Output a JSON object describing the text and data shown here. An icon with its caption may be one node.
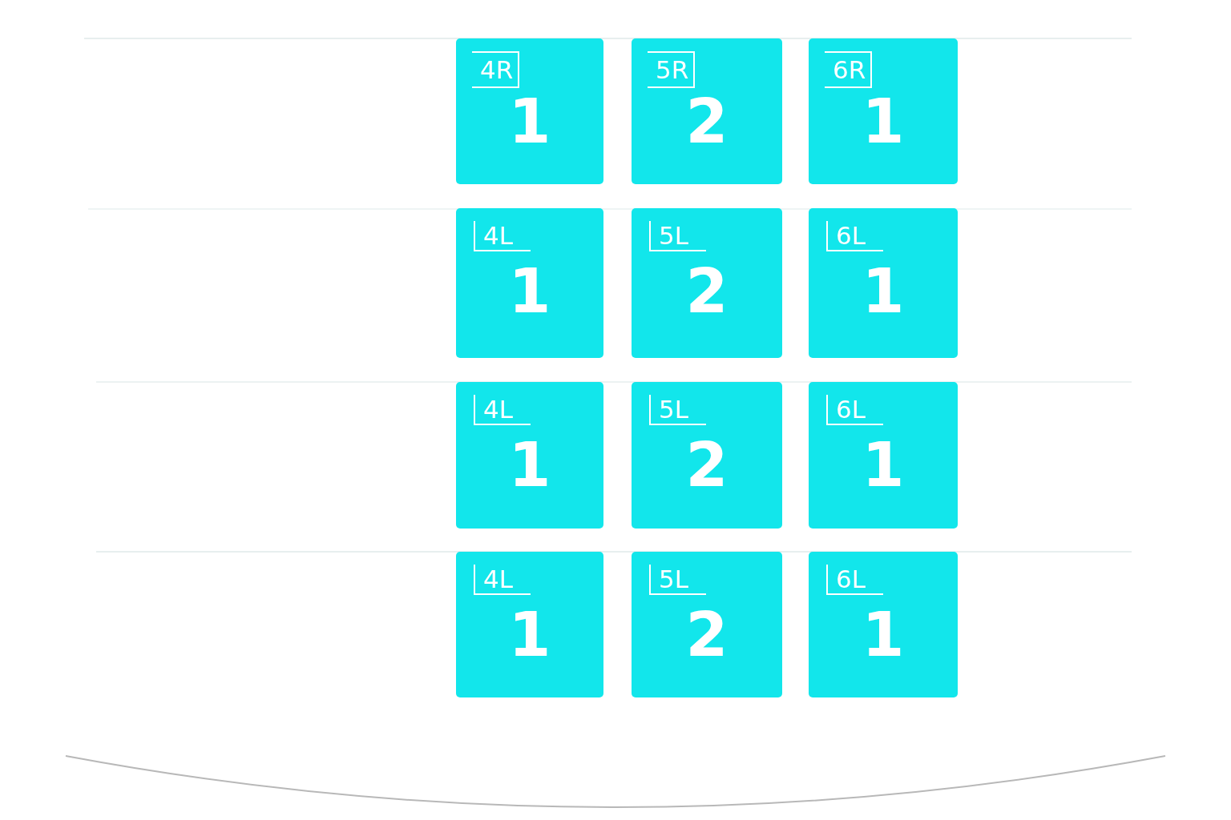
{
  "diagram": {
    "nodes": [
      {
        "text": [
          "4R",
          "1"
        ]
      },
      {
        "text": [
          "5R",
          "2"
        ]
      },
      {
        "text": [
          "6R",
          "1"
        ]
      },
      {
        "text": [
          "4L",
          "1"
        ]
      },
      {
        "text": [
          "5L",
          "2"
        ]
      },
      {
        "text": [
          "6L",
          "1"
        ]
      },
      {
        "text": [
          "4L",
          "1"
        ]
      },
      {
        "text": [
          "5L",
          "2"
        ]
      },
      {
        "text": [
          "6L",
          "1"
        ]
      },
      {
        "text": [
          "4L",
          "1"
        ]
      },
      {
        "text": [
          "5L",
          "2"
        ]
      },
      {
        "text": [
          "6L",
          "1"
        ]
      }
    ]
  }
}
